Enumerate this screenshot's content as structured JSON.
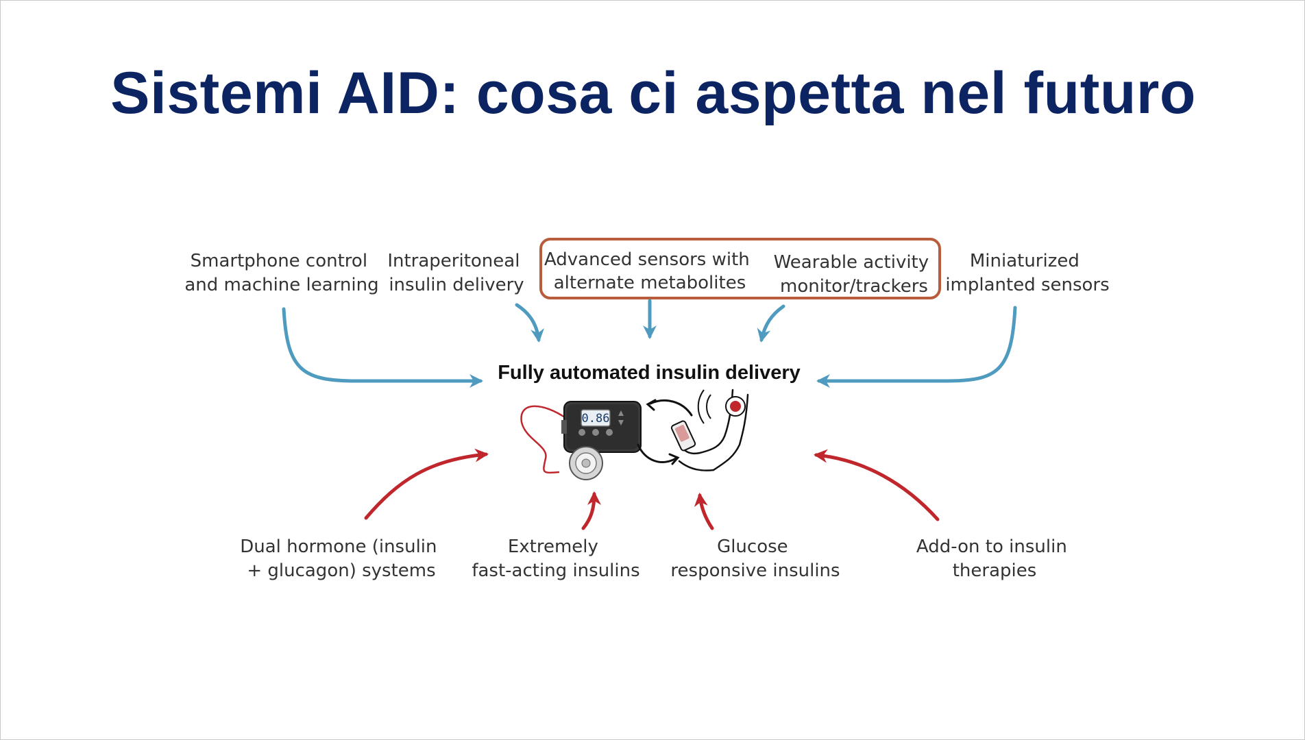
{
  "slide": {
    "title": "Sistemi AID: cosa ci aspetta nel futuro"
  },
  "diagram": {
    "center_label": "Fully automated insulin delivery",
    "pump_display": "0.86",
    "colors": {
      "title": "#0c2462",
      "top_arrows": "#4f9bbf",
      "bottom_arrows": "#c0272d",
      "highlight_box": "#b85c3c"
    },
    "top_items": [
      {
        "line1": "Smartphone control",
        "line2": "and machine learning"
      },
      {
        "line1": "Intraperitoneal",
        "line2": "insulin delivery"
      },
      {
        "line1": "Advanced sensors with",
        "line2": "alternate metabolites"
      },
      {
        "line1": "Wearable activity",
        "line2": "monitor/trackers"
      },
      {
        "line1": "Miniaturized",
        "line2": "implanted sensors"
      }
    ],
    "bottom_items": [
      {
        "line1": "Dual hormone (insulin",
        "line2": "+ glucagon) systems"
      },
      {
        "line1": "Extremely",
        "line2": "fast-acting insulins"
      },
      {
        "line1": "Glucose",
        "line2": "responsive insulins"
      },
      {
        "line1": "Add-on to insulin",
        "line2": "therapies"
      }
    ],
    "icons": [
      "insulin-pump-icon",
      "infusion-site-icon",
      "smartphone-icon",
      "wearable-sensor-icon",
      "arm-icon"
    ]
  }
}
